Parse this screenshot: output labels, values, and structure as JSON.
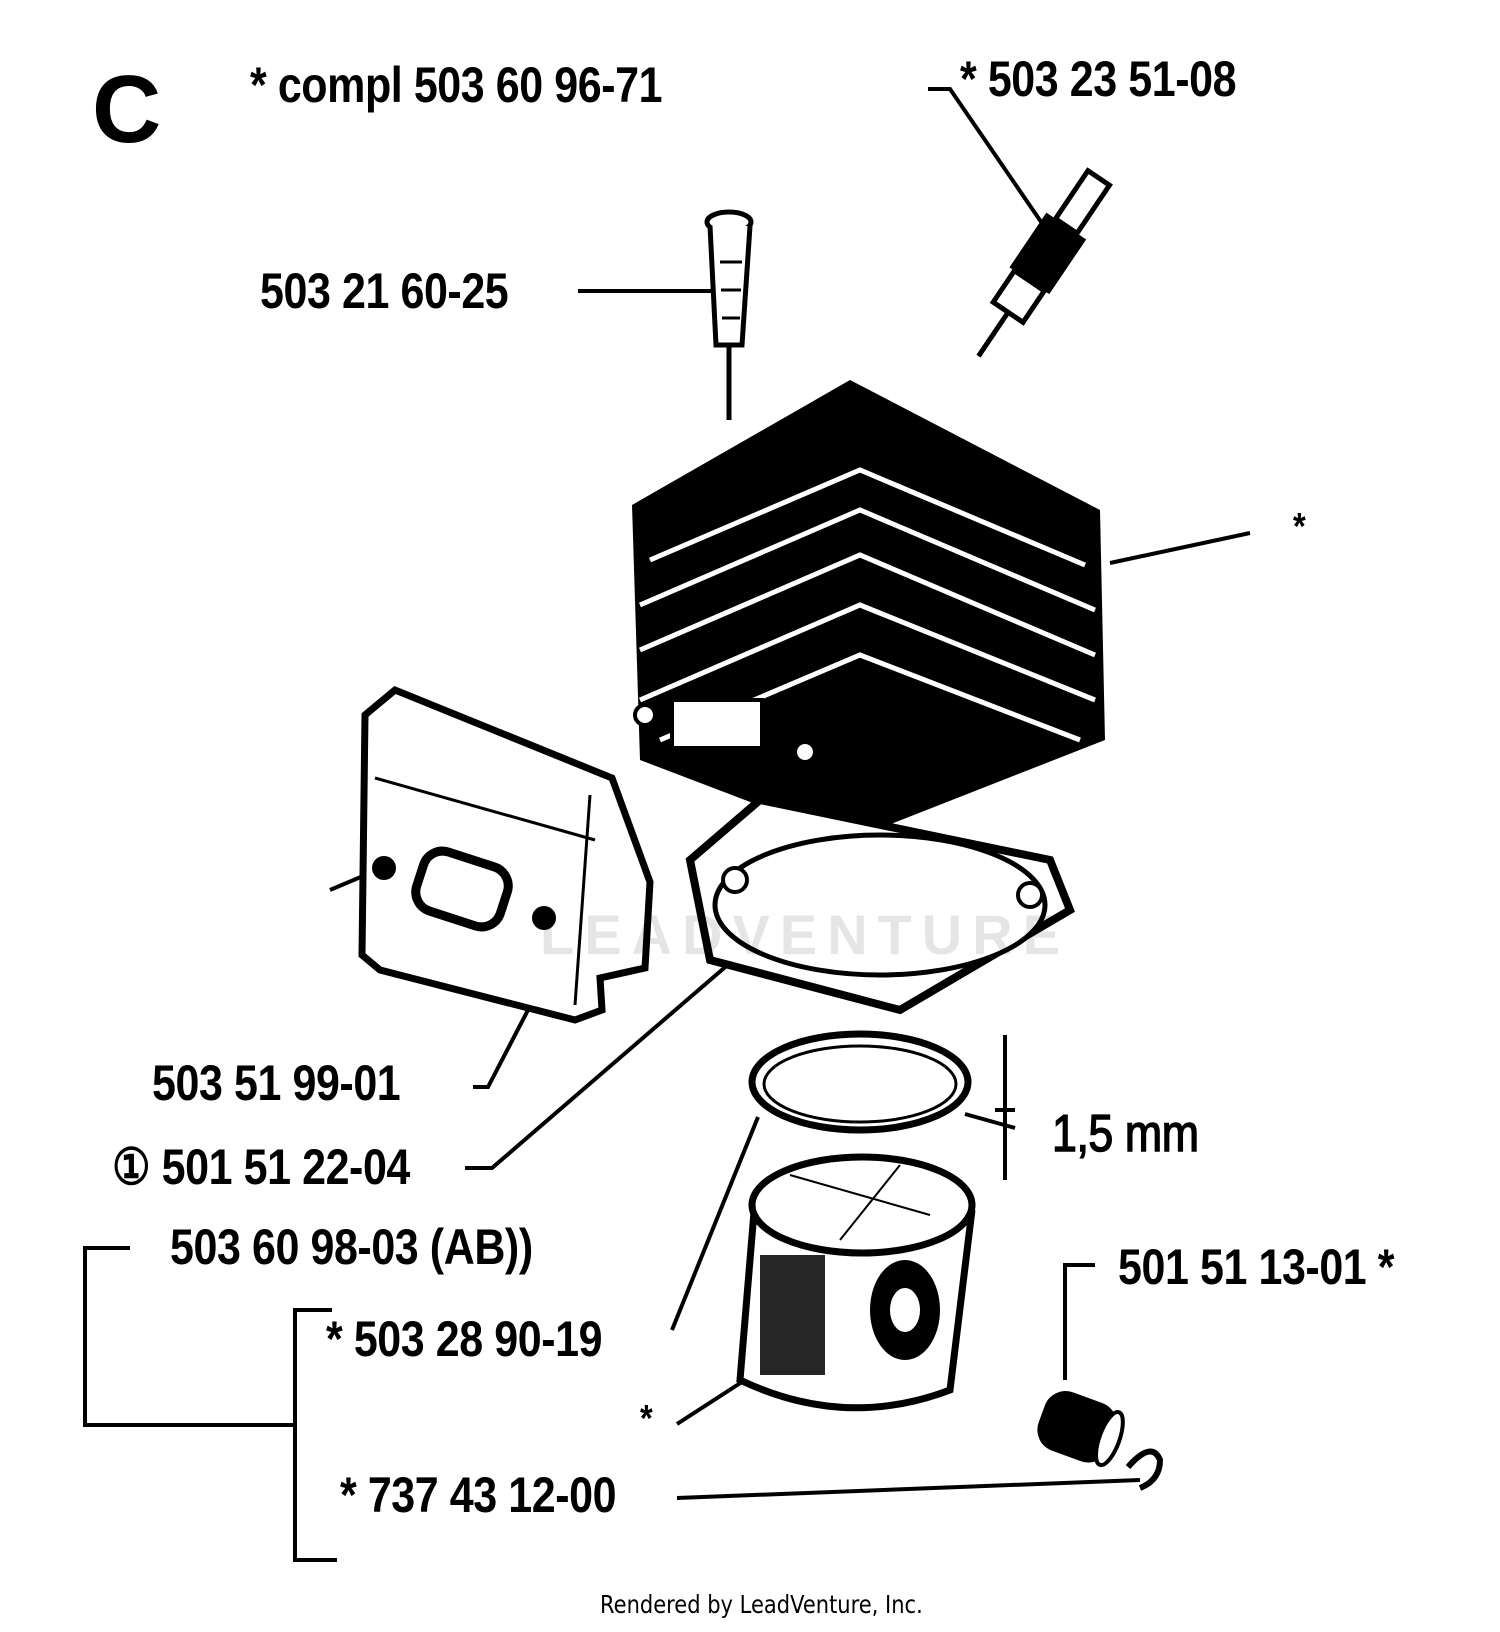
{
  "section_letter": "C",
  "watermark": "LEADVENTURE",
  "footer": "Rendered by LeadVenture, Inc.",
  "labels": {
    "complete_kit": "* compl 503 60 96-71",
    "spark_plug": "* 503 23 51-08",
    "bolt": "503 21 60-25",
    "cylinder_asterisk": "*",
    "muffler_gasket": "503 51 99-01",
    "cylinder_gasket": "① 501 51 22-04",
    "piston_kit": "503 60 98-03 (AB))",
    "piston_ring": "* 503 28 90-19",
    "piston_asterisk": "*",
    "circlip": "* 737 43 12-00",
    "bearing": "501 51 13-01 *",
    "ring_gap": "1,5 mm"
  }
}
